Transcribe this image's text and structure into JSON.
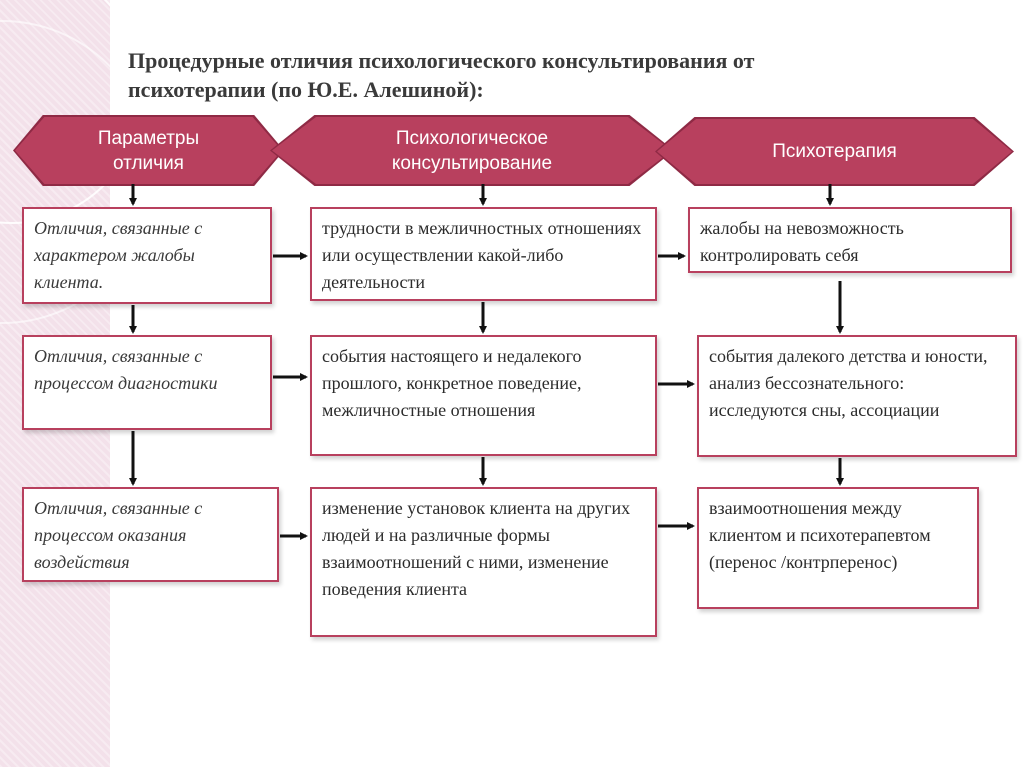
{
  "title": "Процедурные отличия психологического консультирования от психотерапии (по Ю.Е. Алешиной):",
  "headers": {
    "params": "Параметры отличия",
    "consulting": "Психологическое консультирование",
    "therapy": "Психотерапия"
  },
  "rows": [
    {
      "parameter": "Отличия, связанные с характером жалобы клиента.",
      "consulting": "трудности в межличностных отношениях или осуществлении какой-либо деятельности",
      "therapy": "жалобы на невозможность контролировать себя"
    },
    {
      "parameter": "Отличия, связанные с процессом диагностики",
      "consulting": "события настоящего и недалекого прошлого, конкретное поведение, межличностные отношения",
      "therapy": "события далекого детства и юности, анализ бессознательного: исследуются сны, ассоциации"
    },
    {
      "parameter": "Отличия, связанные с процессом оказания воздействия",
      "consulting": "изменение установок клиента на других людей и на различные формы взаимоотношений с ними, изменение поведения клиента",
      "therapy": "взаимоотношения между клиентом и психотерапевтом (перенос /контрперенос)"
    }
  ],
  "colors": {
    "accent": "#b8405e",
    "accent_dark": "#8f2a45",
    "side_panel": "#f3e1ea",
    "arrow": "#111111"
  }
}
